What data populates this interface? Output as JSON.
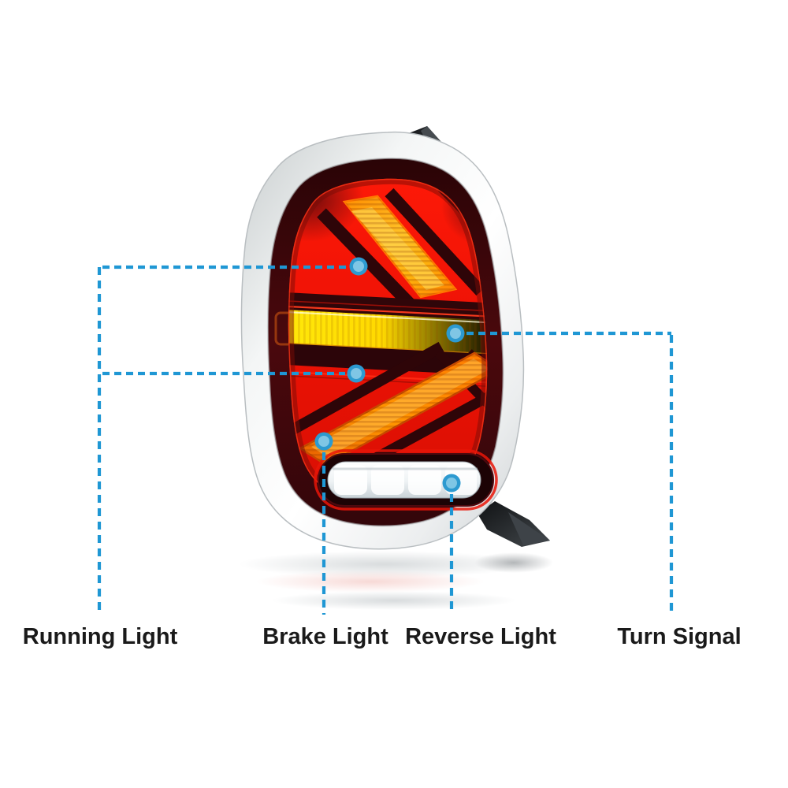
{
  "figure": {
    "type": "annotated-product-photo",
    "subject": "LED tail light assembly with Union Jack pattern and labeled light functions"
  },
  "annotations": {
    "line_color": "#1f97d4",
    "dot_outer_color": "#2d9ad0",
    "dot_inner_color": "#7fc6e5",
    "labels": [
      {
        "id": "running-light",
        "text": "Running Light"
      },
      {
        "id": "brake-light",
        "text": "Brake Light"
      },
      {
        "id": "reverse-light",
        "text": "Reverse Light"
      },
      {
        "id": "turn-signal",
        "text": "Turn Signal"
      }
    ]
  },
  "palette": {
    "background": "#ffffff",
    "label_text": "#1a1a1a",
    "bezel_chrome": "#ffffff",
    "lens_dark": "#3a070b",
    "lens_red": "#f01205",
    "amber_stripe": "#ffb020",
    "yellow_band": "#ffdf00",
    "reverse_white": "#f4f7f9",
    "bracket_black": "#26292d"
  }
}
